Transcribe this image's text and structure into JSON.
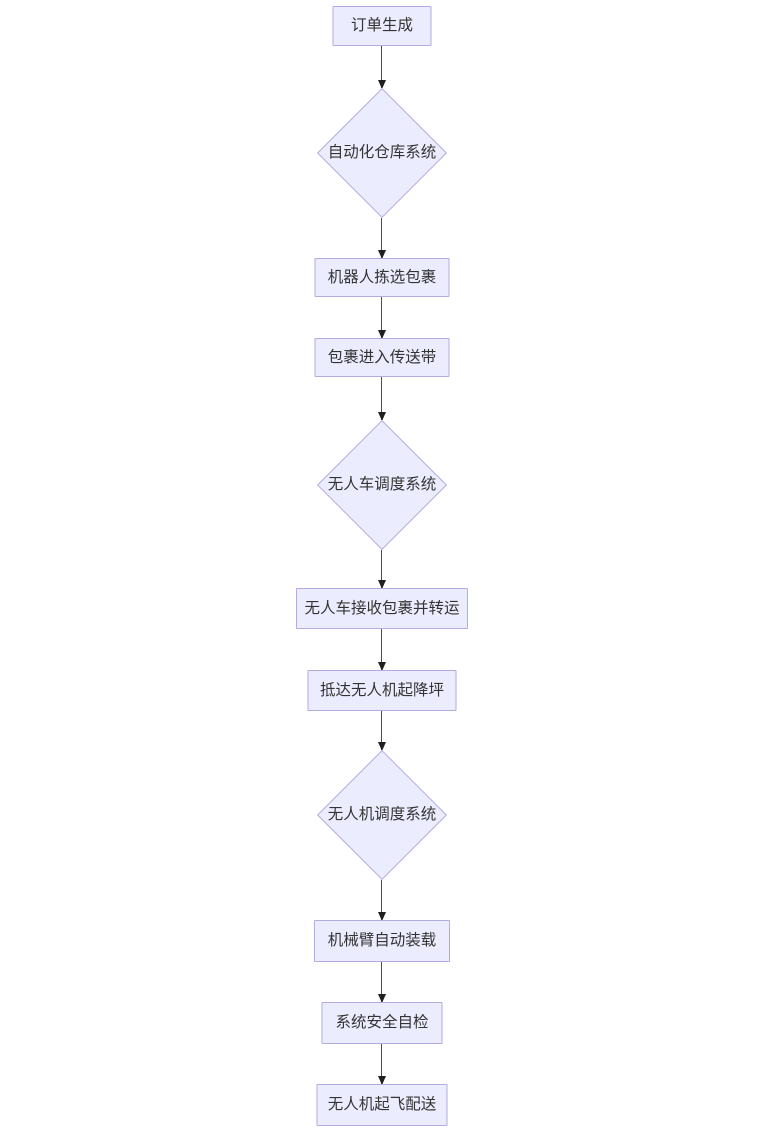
{
  "page": {
    "background": "#ffffff",
    "kind": "flowchart-render"
  },
  "colors": {
    "node_fill": "#ECECFF",
    "node_border": "#b3abde",
    "text": "#333333",
    "edge_line": "#4d4d4d",
    "edge_head": "#1f1f1f",
    "page_bg": "#ffffff"
  },
  "flowchart": {
    "direction": "top-down",
    "nodes": [
      {
        "id": "A",
        "shape": "rect",
        "label": "订单生成"
      },
      {
        "id": "B",
        "shape": "diamond",
        "label": "自动化仓库系统"
      },
      {
        "id": "C",
        "shape": "rect",
        "label": "机器人拣选包裹"
      },
      {
        "id": "D",
        "shape": "rect",
        "label": "包裹进入传送带"
      },
      {
        "id": "E",
        "shape": "diamond",
        "label": "无人车调度系统"
      },
      {
        "id": "F",
        "shape": "rect",
        "label": "无人车接收包裹并转运"
      },
      {
        "id": "G",
        "shape": "rect",
        "label": "抵达无人机起降坪"
      },
      {
        "id": "H",
        "shape": "diamond",
        "label": "无人机调度系统"
      },
      {
        "id": "I",
        "shape": "rect",
        "label": "机械臂自动装载"
      },
      {
        "id": "J",
        "shape": "rect",
        "label": "系统安全自检"
      },
      {
        "id": "K",
        "shape": "rect",
        "label": "无人机起飞配送"
      }
    ],
    "edges": [
      {
        "from": "A",
        "to": "B"
      },
      {
        "from": "B",
        "to": "C"
      },
      {
        "from": "C",
        "to": "D"
      },
      {
        "from": "D",
        "to": "E"
      },
      {
        "from": "E",
        "to": "F"
      },
      {
        "from": "F",
        "to": "G"
      },
      {
        "from": "G",
        "to": "H"
      },
      {
        "from": "H",
        "to": "I"
      },
      {
        "from": "I",
        "to": "J"
      },
      {
        "from": "J",
        "to": "K"
      }
    ]
  }
}
